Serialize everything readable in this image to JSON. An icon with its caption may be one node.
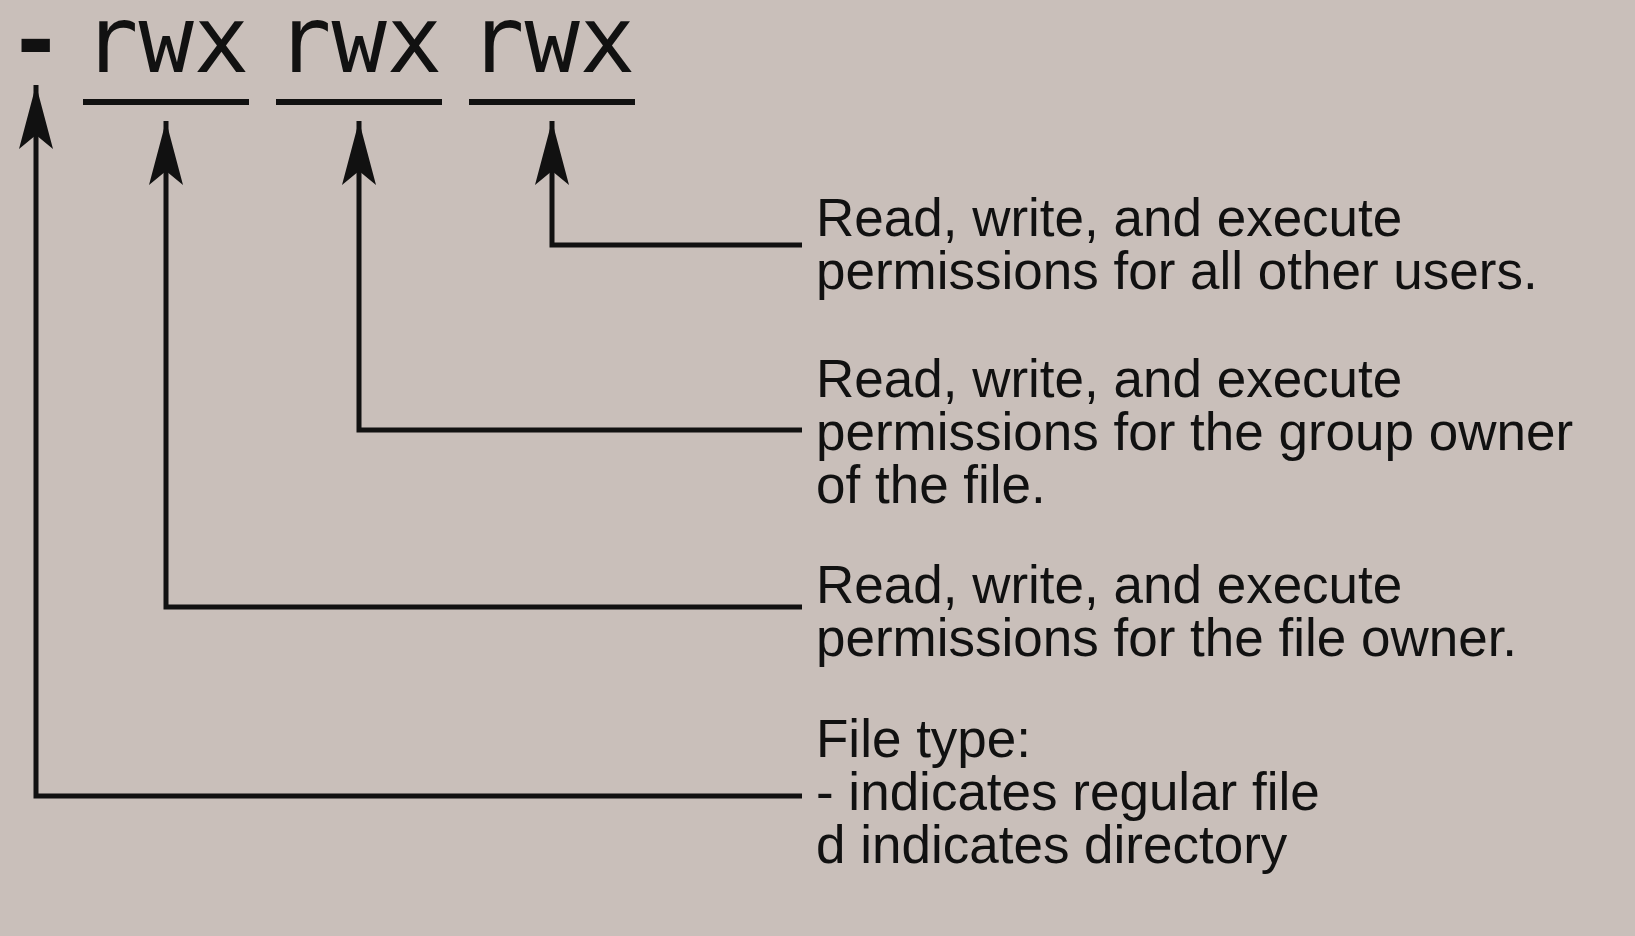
{
  "diagram": {
    "nodes": [
      {
        "text": [
          "-"
        ]
      },
      {
        "text": [
          "rwx"
        ]
      },
      {
        "text": [
          "rwx"
        ]
      },
      {
        "text": [
          "rwx"
        ]
      },
      {
        "text": [
          "Read, write, and execute permissions for all other users."
        ]
      },
      {
        "text": [
          "Read, write, and execute permissions for the group owner of the file."
        ]
      },
      {
        "text": [
          "Read, write, and execute permissions for the file owner."
        ]
      },
      {
        "text": [
          "File type:",
          "- indicates regular file",
          "d indicates directory"
        ]
      }
    ],
    "edges": [
      {
        "from": 4,
        "to": 3,
        "arrow": "to"
      },
      {
        "from": 5,
        "to": 2,
        "arrow": "to"
      },
      {
        "from": 6,
        "to": 1,
        "arrow": "to"
      },
      {
        "from": 7,
        "to": 0,
        "arrow": "to"
      }
    ]
  }
}
